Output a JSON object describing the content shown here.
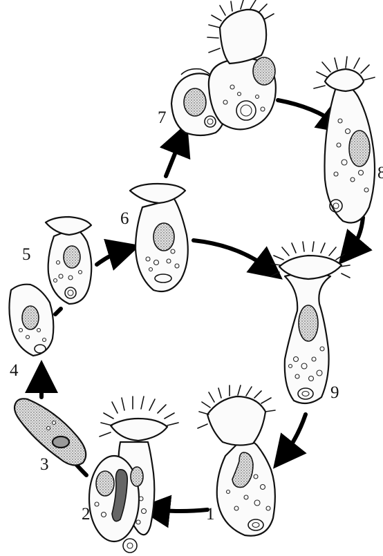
{
  "labels": {
    "s1": "1",
    "s2": "2",
    "s3": "3",
    "s4": "4",
    "s5": "5",
    "s6": "6",
    "s7": "7",
    "s8": "8",
    "s9": "9"
  },
  "colors": {
    "line": "#111111",
    "nucleus": "#cfcfcf",
    "background": "#ffffff"
  }
}
